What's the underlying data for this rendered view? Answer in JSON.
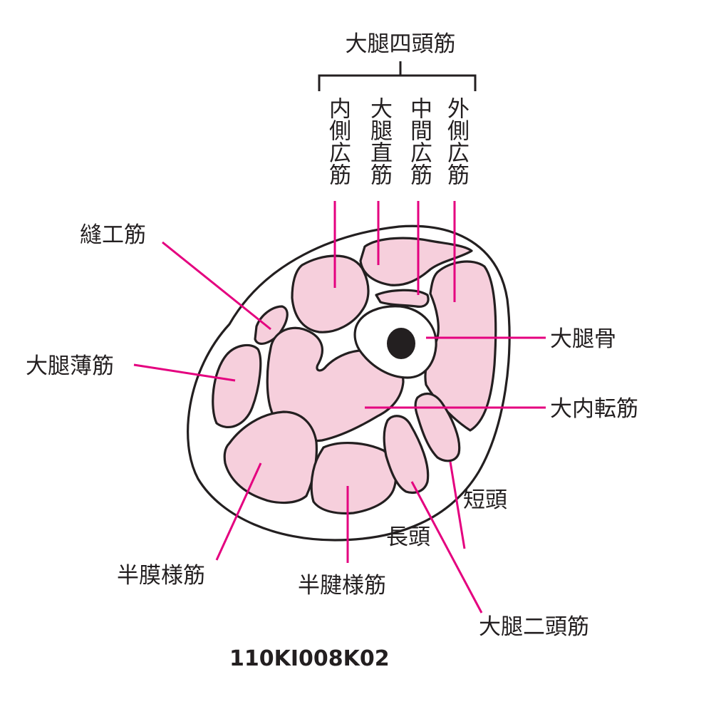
{
  "colors": {
    "muscle_fill": "#f6cfdc",
    "outline": "#231f20",
    "leader_line": "#e4007f",
    "marrow": "#231f20",
    "background": "#ffffff"
  },
  "labels": {
    "quadriceps_group": "大腿四頭筋",
    "vastus_medialis": "内側広筋",
    "rectus_femoris": "大腿直筋",
    "vastus_intermedius": "中間広筋",
    "vastus_lateralis": "外側広筋",
    "sartorius": "縫工筋",
    "gracilis": "大腿薄筋",
    "femur": "大腿骨",
    "adductor_magnus": "大内転筋",
    "short_head": "短頭",
    "long_head": "長頭",
    "semimembranosus": "半膜様筋",
    "semitendinosus": "半腱様筋",
    "biceps_femoris": "大腿二頭筋"
  },
  "figure_code": "110KI008K02"
}
